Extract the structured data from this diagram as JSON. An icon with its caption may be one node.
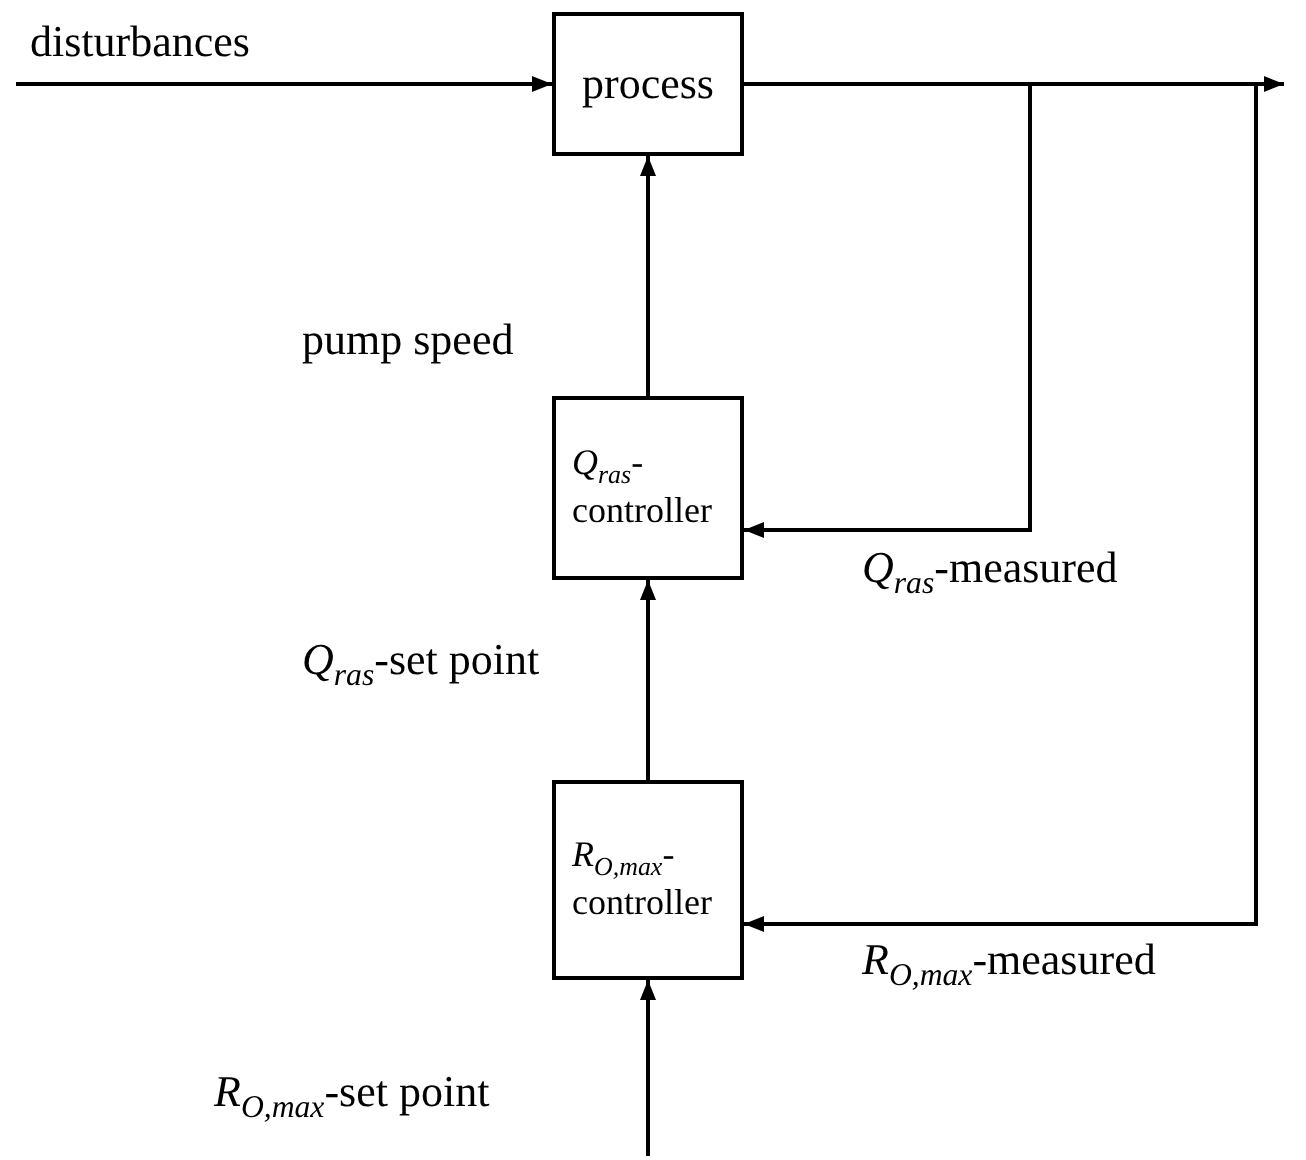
{
  "diagram": {
    "nodes": [
      {
        "text": [
          "process"
        ]
      },
      {
        "text": [
          "*Q*$_{ras}$- controller"
        ]
      },
      {
        "text": [
          "*R*$_{O,max}$- controller"
        ]
      }
    ],
    "edges": [
      {
        "from": null,
        "to": 0,
        "arrow": "to",
        "label": "disturbances"
      },
      {
        "from": 0,
        "to": null,
        "arrow": "to"
      },
      {
        "from": 1,
        "to": 0,
        "arrow": "to",
        "label": "pump speed"
      },
      {
        "from": 0,
        "to": 1,
        "arrow": "to",
        "label": "*Q*$_{ras}$-measured"
      },
      {
        "from": 2,
        "to": 1,
        "arrow": "to",
        "label": "*Q*$_{ras}$-set point"
      },
      {
        "from": 0,
        "to": 2,
        "arrow": "to",
        "label": "*R*$_{O,max}$-measured"
      },
      {
        "from": null,
        "to": 2,
        "arrow": "to",
        "label": "*R*$_{O,max}$-set point"
      }
    ]
  }
}
